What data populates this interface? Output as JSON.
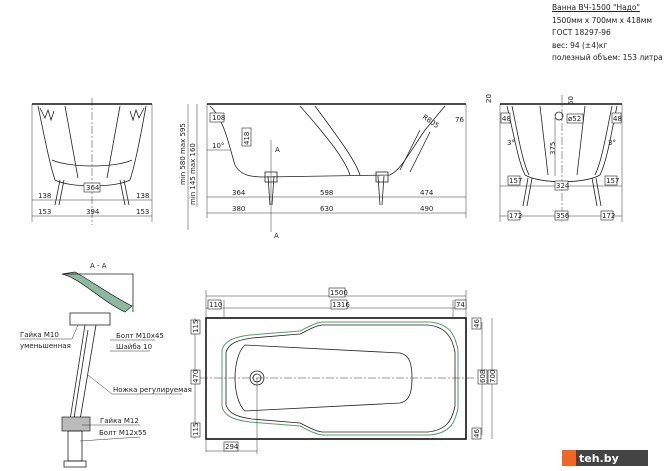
{
  "spec": {
    "title": "Ванна ВЧ-1500 \"Надо\"",
    "size": "1500мм x 700мм x 418мм",
    "standard": "ГОСТ 18297-96",
    "weight": "вес: 94 (±4)кг",
    "volume": "полезный объем: 153 литра"
  },
  "end_view_left": {
    "d138a": "138",
    "d364": "364",
    "d138b": "138",
    "d153a": "153",
    "d394": "394",
    "d153b": "153"
  },
  "side_view": {
    "d108": "108",
    "d418": "418",
    "d10deg": "10°",
    "h_total": "min 580 max 595",
    "h_legs": "min 145 max 160",
    "d364": "364",
    "d598": "598",
    "d474": "474",
    "d380": "380",
    "d630": "630",
    "d490": "490",
    "r": "R805",
    "d76": "76",
    "sec_a": "A",
    "sec_a2": "A"
  },
  "end_view_right": {
    "d20": "20",
    "d60": "60",
    "d52": "ø52",
    "d48a": "48",
    "d48b": "48",
    "d3a": "3°",
    "d3b": "3°",
    "d375": "375",
    "d157a": "157",
    "d324": "324",
    "d157b": "157",
    "d172a": "172",
    "d356": "356",
    "d172b": "172"
  },
  "section": {
    "title": "А - А",
    "nut_m10": "Гайка М10",
    "nut_m10_sub": "уменьшенная",
    "bolt_m10": "Болт М10х45",
    "washer": "Шайба 10",
    "leg": "Ножка регулируемая",
    "nut_m12": "Гайка М12",
    "bolt_m12": "Болт М12х55"
  },
  "top_view": {
    "d1500": "1500",
    "d110": "110",
    "d1316": "1316",
    "d74": "74",
    "d115a": "115",
    "d470": "470",
    "d115b": "115",
    "d46a": "46",
    "d608": "608",
    "d700": "700",
    "d46b": "46",
    "d294": "294"
  },
  "logo": {
    "text": "teh.by",
    "accent": "#f26522"
  }
}
